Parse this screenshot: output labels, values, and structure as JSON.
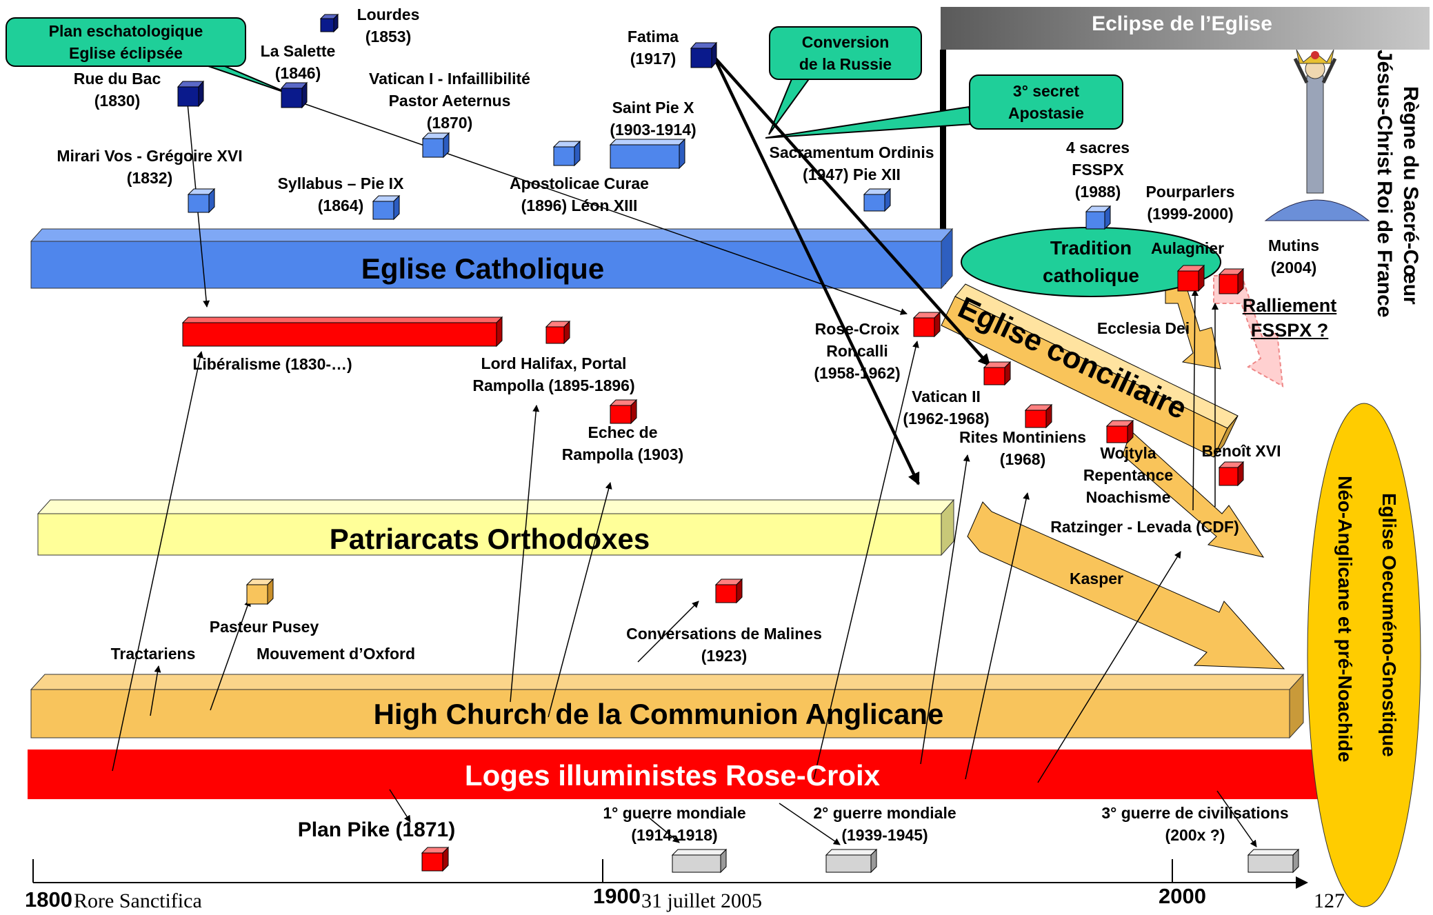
{
  "header": {
    "eclipse_title": "Eclipse de l’Eglise"
  },
  "vertical": {
    "regne_line1": "Règne du Sacré-Cœur",
    "regne_line2": "Jésus-Christ Roi de France",
    "oecumeno_line1": "Eglise Oecuméno-Gnostique",
    "oecumeno_line2": "Néo-Anglicane et pré-Noachide"
  },
  "bubbles": {
    "plan": "Plan eschatologique\nEglise éclipsée",
    "conversion": "Conversion\nde la Russie",
    "secret": "3° secret\nApostasie",
    "tradition": "Tradition\ncatholique"
  },
  "bands": {
    "catholique": "Eglise Catholique",
    "orthodoxes": "Patriarcats Orthodoxes",
    "anglicane": "High Church de la Communion Anglicane",
    "loges": "Loges illuministes Rose-Croix",
    "conciliaire": "Eglise conciliaire"
  },
  "events": {
    "lourdes": "Lourdes\n(1853)",
    "salette": "La Salette\n(1846)",
    "ruedubac": "Rue du Bac\n(1830)",
    "vatican1": "Vatican I - Infaillibilité\nPastor Aeternus\n(1870)",
    "fatima": "Fatima\n(1917)",
    "piex": "Saint Pie X\n(1903-1914)",
    "mirari": "Mirari Vos - Grégoire XVI\n(1832)",
    "syllabus": "Syllabus – Pie IX\n(1864)",
    "apostolicae": "Apostolicae Curae\n(1896) Léon XIII",
    "sacramentum": "Sacramentum Ordinis\n(1947) Pie XII",
    "fsspx": "4 sacres\nFSSPX\n(1988)",
    "pourparlers": "Pourparlers\n(1999-2000)",
    "aulagnier": "Aulagnier",
    "mutins": "Mutins\n(2004)",
    "ralliement": "Ralliement\nFSSPX ?",
    "ecclesia": "Ecclesia Dei",
    "liberalisme": "Libéralisme (1830-…)",
    "halifax": "Lord Halifax, Portal\nRampolla (1895-1896)",
    "echec": "Echec de\nRampolla (1903)",
    "rosecroix": "Rose-Croix\nRoncalli\n(1958-1962)",
    "vatican2": "Vatican II\n(1962-1968)",
    "rites": "Rites Montiniens\n(1968)",
    "wojtyla": "Wojtyla\nRepentance\nNoachisme",
    "benoit": "Benoît XVI",
    "ratzinger": "Ratzinger - Levada (CDF)",
    "kasper": "Kasper",
    "pusey": "Pasteur Pusey",
    "tractariens": "Tractariens",
    "oxford": "Mouvement d’Oxford",
    "malines": "Conversations de Malines\n(1923)",
    "pike": "Plan Pike (1871)",
    "ww1": "1° guerre mondiale\n(1914-1918)",
    "ww2": "2° guerre mondiale\n(1939-1945)",
    "ww3": "3° guerre de civilisations\n(200x ?)"
  },
  "axis": {
    "y1800": "1800",
    "y1900": "1900",
    "y2000": "2000"
  },
  "footer": {
    "left": "Rore Sanctifica",
    "center": "31 juillet 2005",
    "page": "127"
  },
  "colors": {
    "catholique": "#4f86ec",
    "orthodoxes": "#ffff99",
    "anglicane": "#f8c45c",
    "loges": "#ff0000",
    "bubble": "#1fcf99",
    "conciliaire": "#f9c45a",
    "oecumeno": "#ffcc00",
    "navy": "#0a1a8c"
  }
}
